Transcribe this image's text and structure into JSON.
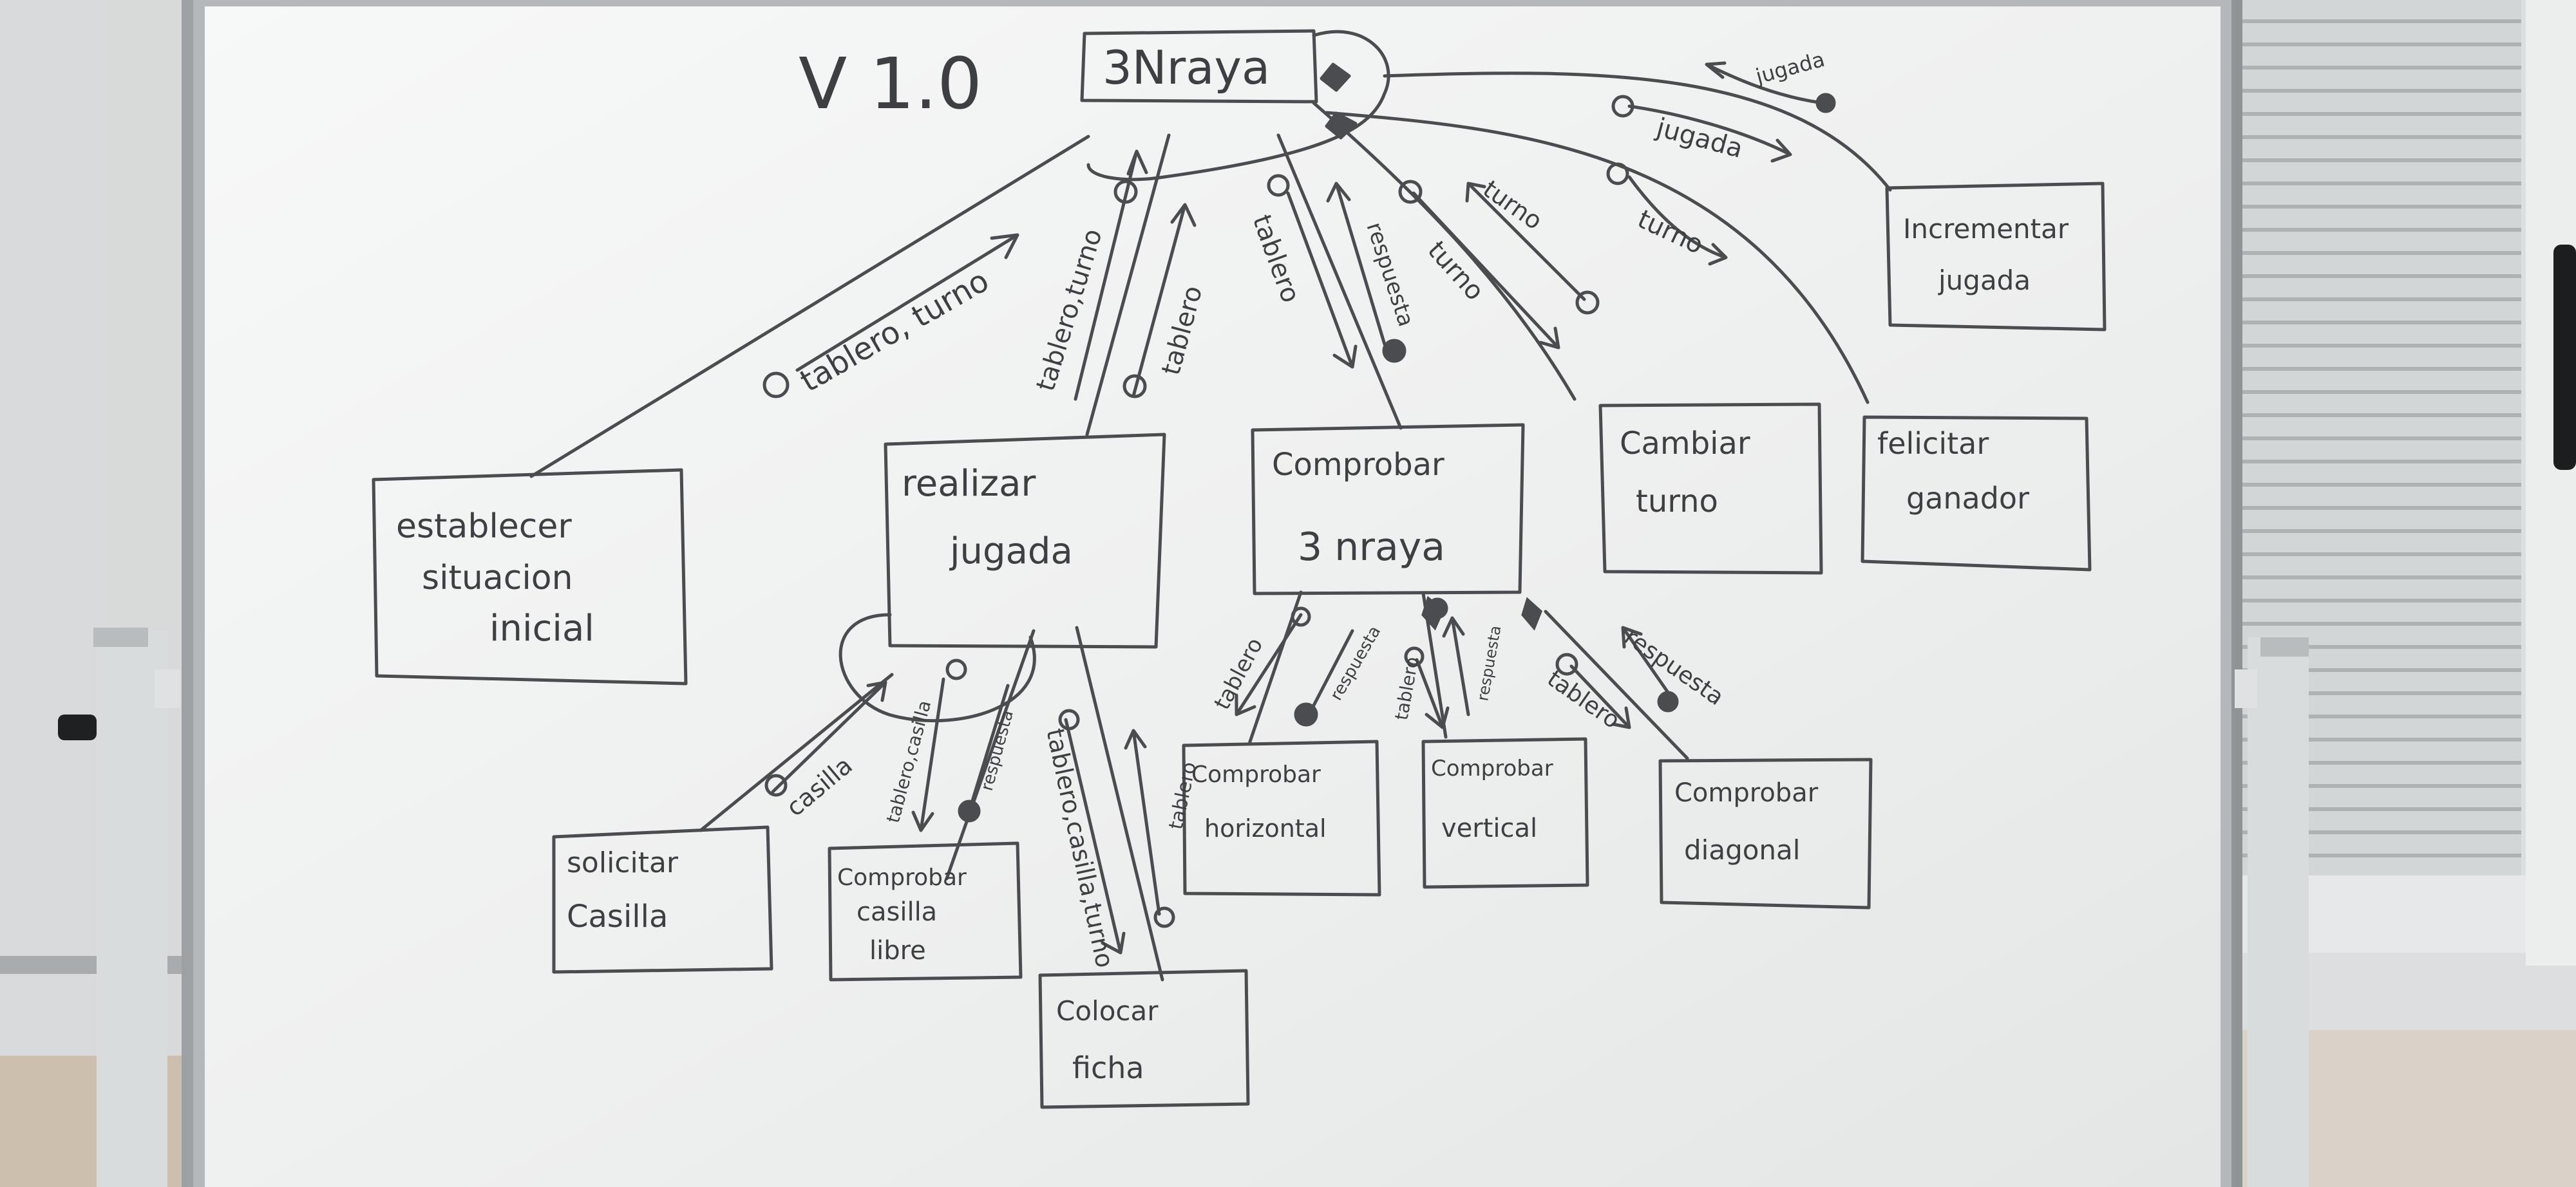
{
  "version_label": "V 1.0",
  "root_module": "3Nraya",
  "modules": {
    "establecer": [
      "establecer",
      "situacion",
      "inicial"
    ],
    "realizar": [
      "realizar",
      "jugada"
    ],
    "comprobar3": [
      "Comprobar",
      "3 nraya"
    ],
    "cambiar": [
      "Cambiar",
      "turno"
    ],
    "felicitar": [
      "felicitar",
      "ganador"
    ],
    "incrementar": [
      "Incrementar",
      "jugada"
    ],
    "solicitar": [
      "solicitar",
      "Casilla"
    ],
    "casillaLibre": [
      "Comprobar",
      "casilla",
      "libre"
    ],
    "colocar": [
      "Colocar",
      "ficha"
    ],
    "horizontal": [
      "Comprobar",
      "horizontal"
    ],
    "vertical": [
      "Comprobar",
      "vertical"
    ],
    "diagonal": [
      "Comprobar",
      "diagonal"
    ]
  },
  "couples": {
    "c1": "tablero, turno",
    "c2": "tablero,turno",
    "c3": "tablero",
    "c4": "tablero",
    "c5": "respuesta",
    "c6": "turno",
    "c7": "turno",
    "c8": "turno",
    "c9": "jugada",
    "c10": "jugada",
    "c11": "casilla",
    "c12": "tablero,casilla",
    "c13": "respuesta",
    "c14": "tablero,casilla,turno",
    "c15": "tablero",
    "c16": "tablero",
    "c17": "respuesta",
    "c18": "tablero",
    "c19": "respuesta",
    "c20": "tablero",
    "c21": "respuesta"
  }
}
